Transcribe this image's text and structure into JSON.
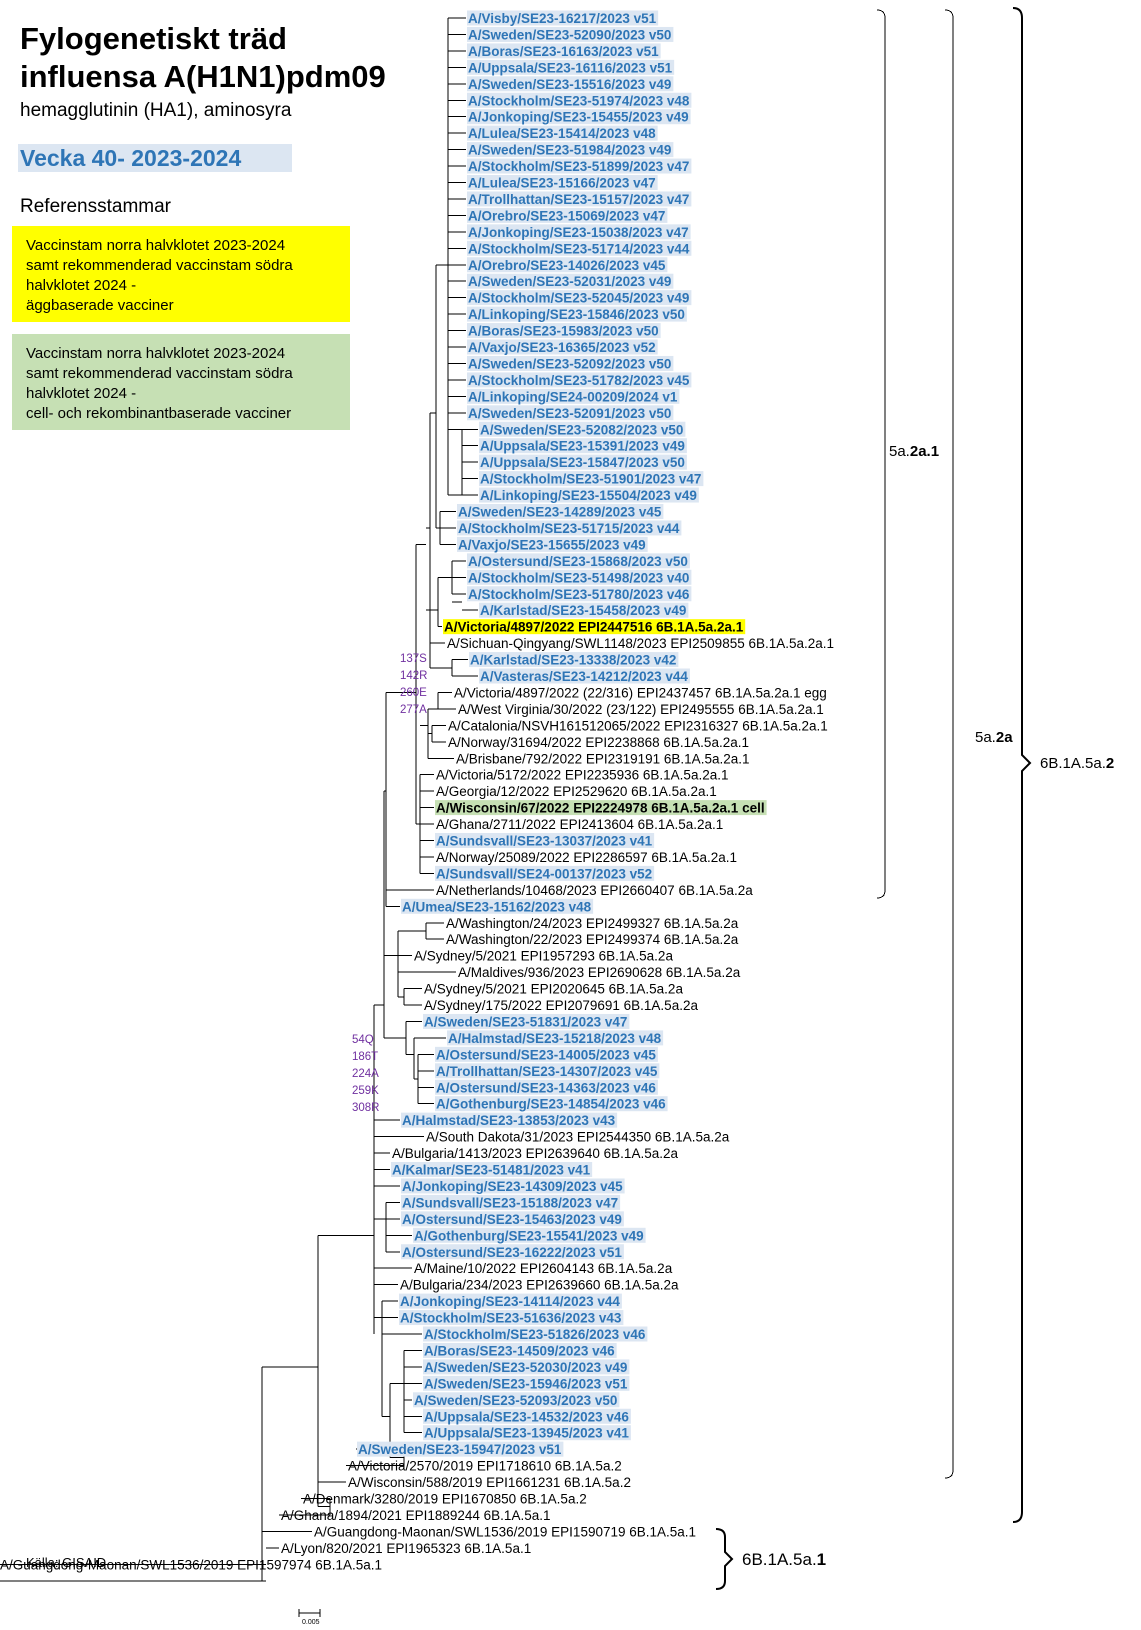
{
  "title": {
    "line1": "Fylogenetiskt träd",
    "line2": "influensa A(H1N1)pdm09",
    "subtitle": "hemagglutinin (HA1), aminosyra"
  },
  "week": "Vecka 40-  2023-2024",
  "reference_heading": "Referensstammar",
  "legend": {
    "yellow": [
      "Vaccinstam norra halvklotet 2023-2024",
      "samt rekommenderad vaccinstam södra",
      "halvklotet 2024 -",
      "äggbaserade vacciner"
    ],
    "green": [
      "Vaccinstam norra halvklotet 2023-2024",
      "samt rekommenderad vaccinstam södra",
      "halvklotet 2024 -",
      "cell- och rekombinantbaserade vacciner"
    ]
  },
  "source": "Källa: GISAID",
  "scale_label": "0.005",
  "colors": {
    "swedish": "#2e75b6",
    "highlight": "#dce6f2",
    "egg": "#ffff00",
    "cell": "#c6e0b4",
    "mutation": "#7030a0"
  },
  "mutations": {
    "upper": [
      "137S",
      "142R",
      "260E",
      "277A"
    ],
    "lower": [
      "54Q",
      "186T",
      "224A",
      "259K",
      "308R"
    ]
  },
  "clades": {
    "c1": {
      "prefix": "5a.",
      "bold": "2a.1"
    },
    "c2": {
      "prefix": "5a.",
      "bold": "2a"
    },
    "c3": {
      "prefix": "6B.1A.5a.",
      "bold": "2"
    },
    "c4": {
      "prefix": "6B.1A.5a.",
      "bold": "1"
    }
  },
  "leaves": [
    {
      "label": "A/Visby/SE23-16217/2023 v51",
      "se": true
    },
    {
      "label": "A/Sweden/SE23-52090/2023 v50",
      "se": true
    },
    {
      "label": "A/Boras/SE23-16163/2023 v51",
      "se": true
    },
    {
      "label": "A/Uppsala/SE23-16116/2023 v51",
      "se": true
    },
    {
      "label": "A/Sweden/SE23-15516/2023 v49",
      "se": true
    },
    {
      "label": "A/Stockholm/SE23-51974/2023 v48",
      "se": true
    },
    {
      "label": "A/Jonkoping/SE23-15455/2023 v49",
      "se": true
    },
    {
      "label": "A/Lulea/SE23-15414/2023 v48",
      "se": true
    },
    {
      "label": "A/Sweden/SE23-51984/2023 v49",
      "se": true
    },
    {
      "label": "A/Stockholm/SE23-51899/2023 v47",
      "se": true
    },
    {
      "label": "A/Lulea/SE23-15166/2023 v47",
      "se": true
    },
    {
      "label": "A/Trollhattan/SE23-15157/2023 v47",
      "se": true
    },
    {
      "label": "A/Orebro/SE23-15069/2023 v47",
      "se": true
    },
    {
      "label": "A/Jonkoping/SE23-15038/2023 v47",
      "se": true
    },
    {
      "label": "A/Stockholm/SE23-51714/2023 v44",
      "se": true
    },
    {
      "label": "A/Orebro/SE23-14026/2023 v45",
      "se": true
    },
    {
      "label": "A/Sweden/SE23-52031/2023 v49",
      "se": true
    },
    {
      "label": "A/Stockholm/SE23-52045/2023 v49",
      "se": true
    },
    {
      "label": "A/Linkoping/SE23-15846/2023 v50",
      "se": true
    },
    {
      "label": "A/Boras/SE23-15983/2023 v50",
      "se": true
    },
    {
      "label": "A/Vaxjo/SE23-16365/2023 v52",
      "se": true
    },
    {
      "label": "A/Sweden/SE23-52092/2023 v50",
      "se": true
    },
    {
      "label": "A/Stockholm/SE23-51782/2023 v45",
      "se": true
    },
    {
      "label": "A/Linkoping/SE24-00209/2024 v1",
      "se": true
    },
    {
      "label": "A/Sweden/SE23-52091/2023 v50",
      "se": true
    },
    {
      "label": "A/Sweden/SE23-52082/2023 v50",
      "se": true
    },
    {
      "label": "A/Uppsala/SE23-15391/2023 v49",
      "se": true
    },
    {
      "label": "A/Uppsala/SE23-15847/2023 v50",
      "se": true
    },
    {
      "label": "A/Stockholm/SE23-51901/2023 v47",
      "se": true
    },
    {
      "label": "A/Linkoping/SE23-15504/2023 v49",
      "se": true
    },
    {
      "label": "A/Sweden/SE23-14289/2023 v45",
      "se": true
    },
    {
      "label": "A/Stockholm/SE23-51715/2023 v44",
      "se": true
    },
    {
      "label": "A/Vaxjo/SE23-15655/2023 v49",
      "se": true
    },
    {
      "label": "A/Ostersund/SE23-15868/2023 v50",
      "se": true
    },
    {
      "label": "A/Stockholm/SE23-51498/2023 v40",
      "se": true
    },
    {
      "label": "A/Stockholm/SE23-51780/2023 v46",
      "se": true
    },
    {
      "label": "A/Karlstad/SE23-15458/2023 v49",
      "se": true
    },
    {
      "label": "A/Victoria/4897/2022 EPI2447516 6B.1A.5a.2a.1",
      "se": false,
      "ref": "egg"
    },
    {
      "label": "A/Sichuan-Qingyang/SWL1148/2023 EPI2509855 6B.1A.5a.2a.1",
      "se": false
    },
    {
      "label": "A/Karlstad/SE23-13338/2023 v42",
      "se": true
    },
    {
      "label": "A/Vasteras/SE23-14212/2023 v44",
      "se": true
    },
    {
      "label": "A/Victoria/4897/2022 (22/316) EPI2437457 6B.1A.5a.2a.1 egg",
      "se": false
    },
    {
      "label": "A/West Virginia/30/2022 (23/122) EPI2495555 6B.1A.5a.2a.1",
      "se": false
    },
    {
      "label": "A/Catalonia/NSVH161512065/2022 EPI2316327 6B.1A.5a.2a.1",
      "se": false
    },
    {
      "label": "A/Norway/31694/2022 EPI2238868 6B.1A.5a.2a.1",
      "se": false
    },
    {
      "label": "A/Brisbane/792/2022 EPI2319191 6B.1A.5a.2a.1",
      "se": false
    },
    {
      "label": "A/Victoria/5172/2022 EPI2235936 6B.1A.5a.2a.1",
      "se": false
    },
    {
      "label": "A/Georgia/12/2022 EPI2529620 6B.1A.5a.2a.1",
      "se": false
    },
    {
      "label": "A/Wisconsin/67/2022 EPI2224978 6B.1A.5a.2a.1 cell",
      "se": false,
      "ref": "cell"
    },
    {
      "label": "A/Ghana/2711/2022 EPI2413604 6B.1A.5a.2a.1",
      "se": false
    },
    {
      "label": "A/Sundsvall/SE23-13037/2023 v41",
      "se": true
    },
    {
      "label": "A/Norway/25089/2022 EPI2286597 6B.1A.5a.2a.1",
      "se": false
    },
    {
      "label": "A/Sundsvall/SE24-00137/2023 v52",
      "se": true
    },
    {
      "label": "A/Netherlands/10468/2023 EPI2660407 6B.1A.5a.2a",
      "se": false
    },
    {
      "label": "A/Umea/SE23-15162/2023 v48",
      "se": true
    },
    {
      "label": "A/Washington/24/2023 EPI2499327 6B.1A.5a.2a",
      "se": false
    },
    {
      "label": "A/Washington/22/2023 EPI2499374 6B.1A.5a.2a",
      "se": false
    },
    {
      "label": "A/Sydney/5/2021 EPI1957293 6B.1A.5a.2a",
      "se": false
    },
    {
      "label": "A/Maldives/936/2023 EPI2690628 6B.1A.5a.2a",
      "se": false
    },
    {
      "label": "A/Sydney/5/2021 EPI2020645 6B.1A.5a.2a",
      "se": false
    },
    {
      "label": "A/Sydney/175/2022 EPI2079691 6B.1A.5a.2a",
      "se": false
    },
    {
      "label": "A/Sweden/SE23-51831/2023 v47",
      "se": true
    },
    {
      "label": "A/Halmstad/SE23-15218/2023 v48",
      "se": true
    },
    {
      "label": "A/Ostersund/SE23-14005/2023 v45",
      "se": true
    },
    {
      "label": "A/Trollhattan/SE23-14307/2023 v45",
      "se": true
    },
    {
      "label": "A/Ostersund/SE23-14363/2023 v46",
      "se": true
    },
    {
      "label": "A/Gothenburg/SE23-14854/2023 v46",
      "se": true
    },
    {
      "label": "A/Halmstad/SE23-13853/2023 v43",
      "se": true
    },
    {
      "label": "A/South Dakota/31/2023 EPI2544350 6B.1A.5a.2a",
      "se": false
    },
    {
      "label": "A/Bulgaria/1413/2023 EPI2639640 6B.1A.5a.2a",
      "se": false
    },
    {
      "label": "A/Kalmar/SE23-51481/2023 v41",
      "se": true
    },
    {
      "label": "A/Jonkoping/SE23-14309/2023 v45",
      "se": true
    },
    {
      "label": "A/Sundsvall/SE23-15188/2023 v47",
      "se": true
    },
    {
      "label": "A/Ostersund/SE23-15463/2023 v49",
      "se": true
    },
    {
      "label": "A/Gothenburg/SE23-15541/2023 v49",
      "se": true
    },
    {
      "label": "A/Ostersund/SE23-16222/2023 v51",
      "se": true
    },
    {
      "label": "A/Maine/10/2022 EPI2604143 6B.1A.5a.2a",
      "se": false
    },
    {
      "label": "A/Bulgaria/234/2023 EPI2639660 6B.1A.5a.2a",
      "se": false
    },
    {
      "label": "A/Jonkoping/SE23-14114/2023 v44",
      "se": true
    },
    {
      "label": "A/Stockholm/SE23-51636/2023 v43",
      "se": true
    },
    {
      "label": "A/Stockholm/SE23-51826/2023 v46",
      "se": true
    },
    {
      "label": "A/Boras/SE23-14509/2023 v46",
      "se": true
    },
    {
      "label": "A/Sweden/SE23-52030/2023 v49",
      "se": true
    },
    {
      "label": "A/Sweden/SE23-15946/2023 v51",
      "se": true
    },
    {
      "label": "A/Sweden/SE23-52093/2023 v50",
      "se": true
    },
    {
      "label": "A/Uppsala/SE23-14532/2023 v46",
      "se": true
    },
    {
      "label": "A/Uppsala/SE23-13945/2023 v41",
      "se": true
    },
    {
      "label": "A/Sweden/SE23-15947/2023 v51",
      "se": true
    },
    {
      "label": "A/Victoria/2570/2019 EPI1718610 6B.1A.5a.2",
      "se": false
    },
    {
      "label": "A/Wisconsin/588/2019 EPI1661231 6B.1A.5a.2",
      "se": false
    },
    {
      "label": "A/Denmark/3280/2019 EPI1670850 6B.1A.5a.2",
      "se": false
    },
    {
      "label": "A/Ghana/1894/2021 EPI1889244 6B.1A.5a.1",
      "se": false
    },
    {
      "label": "A/Guangdong-Maonan/SWL1536/2019 EPI1590719 6B.1A.5a.1",
      "se": false
    },
    {
      "label": "A/Lyon/820/2021 EPI1965323 6B.1A.5a.1",
      "se": false
    },
    {
      "label": "A/Guangdong-Maonan/SWL1536/2019 EPI1597974 6B.1A.5a.1",
      "se": false
    }
  ]
}
